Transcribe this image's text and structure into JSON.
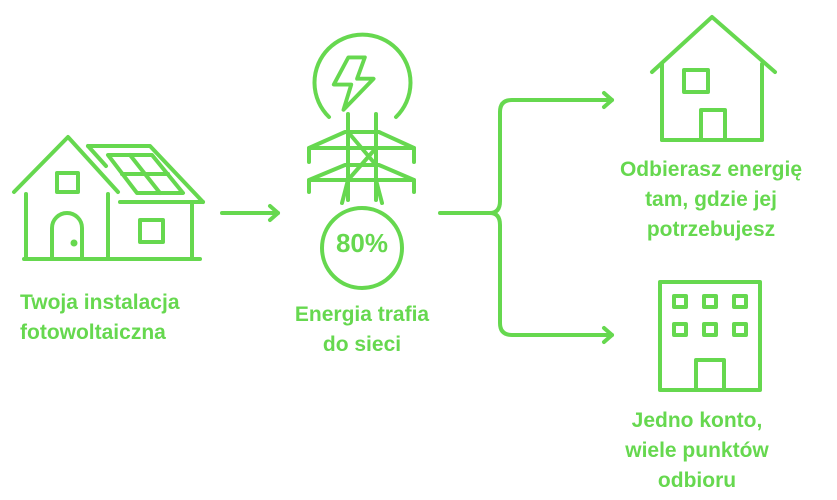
{
  "colors": {
    "accent": "#66d84f"
  },
  "steps": [
    {
      "icon": "house-with-solar-panels-icon",
      "label_lines": [
        "Twoja instalacja",
        "fotowoltaiczna"
      ]
    },
    {
      "icon": "power-tower-icon",
      "percent": "80%",
      "label_lines": [
        "Energia trafia",
        "do sieci"
      ]
    }
  ],
  "outcomes": [
    {
      "icon": "house-icon",
      "label_lines": [
        "Odbierasz energię",
        "tam, gdzie jej",
        "potrzebujesz"
      ]
    },
    {
      "icon": "office-building-icon",
      "label_lines": [
        "Jedno konto,",
        "wiele punktów",
        "odbioru"
      ]
    }
  ]
}
